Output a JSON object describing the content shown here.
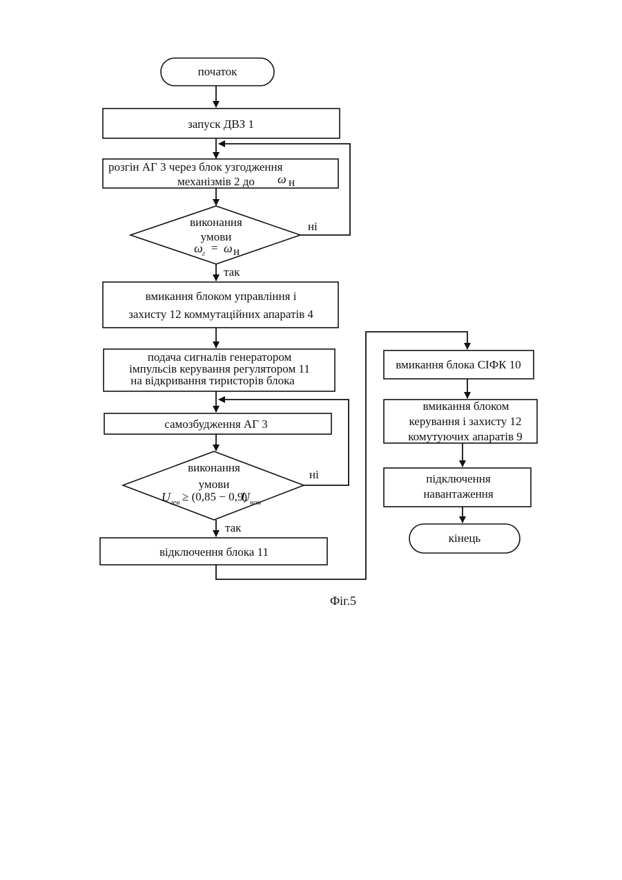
{
  "nodes": {
    "start": "початок",
    "launch": "запуск ДВЗ 1",
    "accel": {
      "line1": "розгін АГ 3 через блок   узгодження",
      "line2": "механізмів 2 до",
      "omega": "ω",
      "sub": "н"
    },
    "decision1": {
      "line1": "виконання",
      "line2": "умови",
      "lhs": "ω",
      "lhs_sub": "г",
      "eq": "=",
      "rhs": "ω",
      "rhs_sub": "н"
    },
    "switch_on": {
      "line1": "вмикання блоком управління  і",
      "line2": "захисту 12 коммутаційних апаратів 4"
    },
    "signals": {
      "line1": "подача сигналів генератором",
      "line2": "імпульсів керування регулятором 11",
      "line3": "на відкривання тиристорів блока"
    },
    "self_exc": "самозбудження АГ 3",
    "decision2": {
      "line1": "виконання",
      "line2": "умови",
      "lhs": "U",
      "lhs_sub": "ген",
      "rel": "≥ (0,85 − 0,9)",
      "rhs": "U",
      "rhs_sub": "ном"
    },
    "disconnect": "відключення блока 11",
    "sifk": "вмикання блока СІФК 10",
    "control": {
      "line1": "вмикання блоком",
      "line2": "керування і захисту 12",
      "line3": "комутуючих апаратів  9"
    },
    "load": {
      "line1": "підключення",
      "line2": "навантаження"
    },
    "end": "кінець"
  },
  "labels": {
    "no1": "ні",
    "yes1": "так",
    "no2": "ні",
    "yes2": "так"
  },
  "caption": "Фіг.5"
}
